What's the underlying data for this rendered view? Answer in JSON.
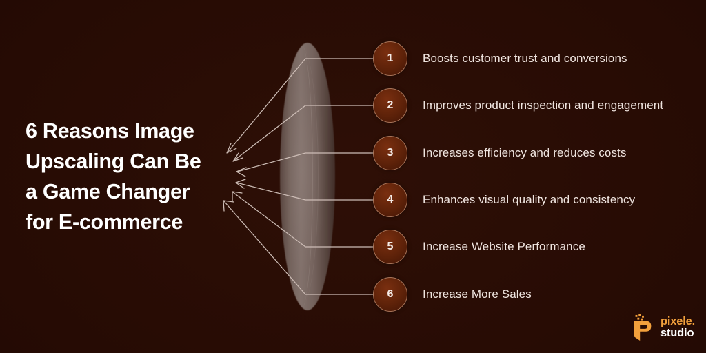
{
  "meta": {
    "background_color": "#280c04",
    "accent_color": "#f2a03c",
    "badge_color": "#5e2209",
    "badge_border_color": "#a9755a",
    "text_color": "#efe4df",
    "connector_color": "#cdbdb6"
  },
  "title": {
    "lines": [
      "6 Reasons Image",
      "Upscaling Can Be",
      "a Game Changer",
      "for E-commerce"
    ],
    "full_text": "6 Reasons Image Upscaling Can Be a Game Changer for E-commerce"
  },
  "reasons": [
    {
      "number": "1",
      "label": "Boosts customer trust and conversions"
    },
    {
      "number": "2",
      "label": "Improves product inspection and engagement"
    },
    {
      "number": "3",
      "label": "Increases efficiency and reduces costs"
    },
    {
      "number": "4",
      "label": "Enhances visual quality and consistency"
    },
    {
      "number": "5",
      "label": "Increase Website Performance"
    },
    {
      "number": "6",
      "label": "Increase More Sales"
    }
  ],
  "logo": {
    "line1": "pixele.",
    "line2": "studio"
  }
}
